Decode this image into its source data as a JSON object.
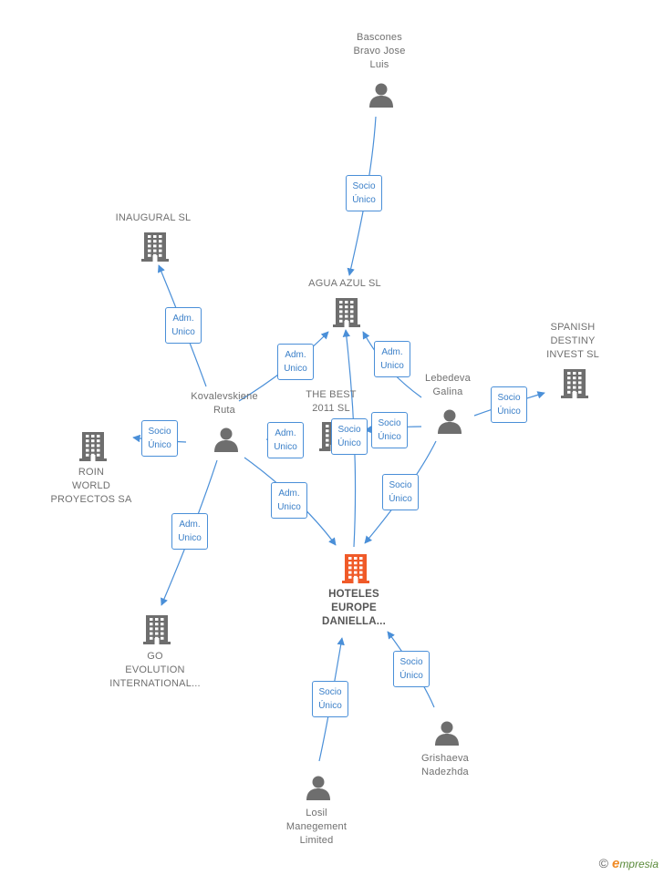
{
  "nodes": {
    "bascones": {
      "label": "Bascones\nBravo Jose\nLuis",
      "kind": "person"
    },
    "inaugural": {
      "label": "INAUGURAL SL",
      "kind": "company"
    },
    "agua_azul": {
      "label": "AGUA AZUL  SL",
      "kind": "company"
    },
    "spanish": {
      "label": "SPANISH\nDESTINY\nINVEST  SL",
      "kind": "company"
    },
    "lebedeva": {
      "label": "Lebedeva\nGalina",
      "kind": "person"
    },
    "kovalevskiene": {
      "label": "Kovalevskiene\nRuta",
      "kind": "person"
    },
    "the_best": {
      "label": "THE BEST\n2011 SL",
      "kind": "company"
    },
    "roin": {
      "label": "ROIN\nWORLD\nPROYECTOS SA",
      "kind": "company"
    },
    "hoteles": {
      "label": "HOTELES\nEUROPE\nDANIELLA...",
      "kind": "company-focus"
    },
    "go_evolution": {
      "label": "GO\nEVOLUTION\nINTERNATIONAL...",
      "kind": "company"
    },
    "grishaeva": {
      "label": "Grishaeva\nNadezhda",
      "kind": "person"
    },
    "losil": {
      "label": "Losil\nManegement\nLimited",
      "kind": "person"
    }
  },
  "edges": [
    {
      "id": "bascones-agua",
      "role": [
        "Socio",
        "Único"
      ]
    },
    {
      "id": "kova-inaugural",
      "role": [
        "Adm.",
        "Unico"
      ]
    },
    {
      "id": "kova-agua",
      "role": [
        "Adm.",
        "Unico"
      ]
    },
    {
      "id": "lebedeva-agua",
      "role": [
        "Adm.",
        "Unico"
      ]
    },
    {
      "id": "lebedeva-spanish",
      "role": [
        "Socio",
        "Único"
      ]
    },
    {
      "id": "kova-roin",
      "role": [
        "Socio",
        "Único"
      ]
    },
    {
      "id": "kova-thebest",
      "role": [
        "Adm.",
        "Unico"
      ]
    },
    {
      "id": "thebest-agua",
      "role": [
        "Socio",
        "Único"
      ]
    },
    {
      "id": "lebedeva-thebest",
      "role": [
        "Socio",
        "Único"
      ]
    },
    {
      "id": "lebedeva-hoteles",
      "role": [
        "Socio",
        "Único"
      ]
    },
    {
      "id": "kova-hoteles",
      "role": [
        "Adm.",
        "Unico"
      ]
    },
    {
      "id": "kova-go",
      "role": [
        "Adm.",
        "Unico"
      ]
    },
    {
      "id": "grishaeva-hoteles",
      "role": [
        "Socio",
        "Único"
      ]
    },
    {
      "id": "losil-hoteles",
      "role": [
        "Socio",
        "Único"
      ]
    }
  ],
  "colors": {
    "edge": "#4a8fd8",
    "icon": "#6e6e6e",
    "focus": "#f05a28"
  },
  "footer": {
    "copyright": "©",
    "brand_e": "e",
    "brand_rest": "mpresia"
  }
}
